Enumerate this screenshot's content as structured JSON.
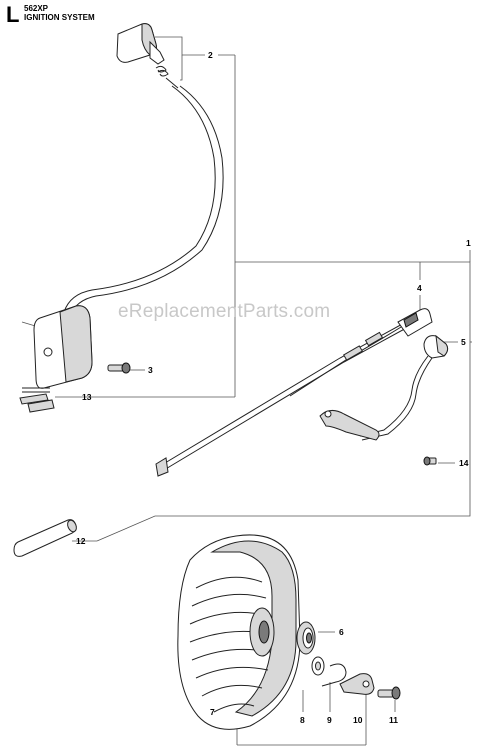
{
  "header": {
    "section_letter": "L",
    "model": "562XP",
    "title": "IGNITION SYSTEM"
  },
  "watermark": "eReplacementParts.com",
  "callouts": [
    "1",
    "2",
    "3",
    "4",
    "5",
    "6",
    "7",
    "8",
    "9",
    "10",
    "11",
    "12",
    "13",
    "14"
  ]
}
